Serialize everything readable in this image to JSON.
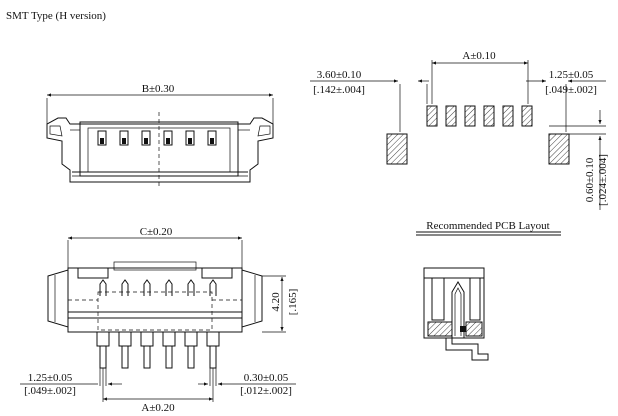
{
  "title": "SMT Type (H version)",
  "front_view": {
    "dim_width": "B±0.30"
  },
  "pcb_layout": {
    "dim_pitch": "A±0.10",
    "dim_left_mm": "3.60±0.10",
    "dim_left_in": "[.142±.004]",
    "dim_right_mm": "1.25±0.05",
    "dim_right_in": "[.049±.002]",
    "dim_pad_mm": "0.60±0.10",
    "dim_pad_in": "[.024±.004]",
    "label": "Recommended PCB Layout"
  },
  "top_view": {
    "dim_width": "C±0.20",
    "dim_height_mm": "4.20",
    "dim_height_in": "[.165]",
    "dim_bottom_left_mm": "1.25±0.05",
    "dim_bottom_left_in": "[.049±.002]",
    "dim_pitch": "A±0.20",
    "dim_bottom_right_mm": "0.30±0.05",
    "dim_bottom_right_in": "[.012±.002]"
  }
}
